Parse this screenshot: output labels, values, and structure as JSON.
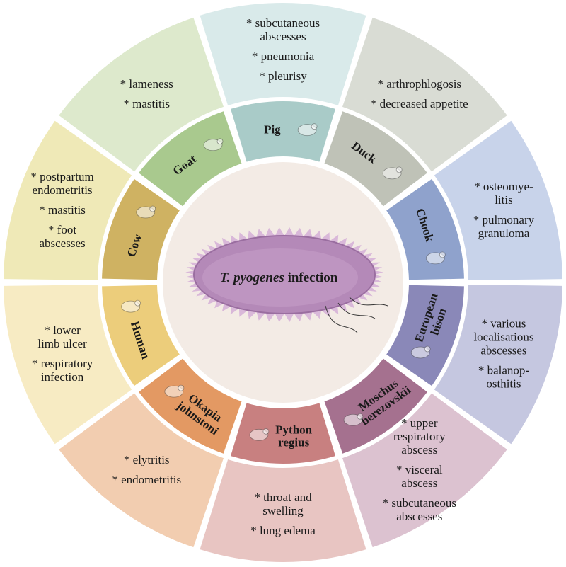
{
  "center": {
    "label_italic": "T. pyogenes",
    "label_rest": " infection"
  },
  "hosts": [
    {
      "id": "pig",
      "name": [
        "Pig"
      ],
      "color": "#a9cbc8",
      "outer_color": "#d9eaea",
      "icon": "pig-icon",
      "diseases": [
        [
          "subcutaneous",
          "abscesses"
        ],
        [
          "pneumonia"
        ],
        [
          "pleurisy"
        ]
      ]
    },
    {
      "id": "duck",
      "name": [
        "Duck"
      ],
      "color": "#bfc2b7",
      "outer_color": "#d9dcd4",
      "icon": "duck-icon",
      "diseases": [
        [
          "arthrophlogosis"
        ],
        [
          "decreased appetite"
        ]
      ]
    },
    {
      "id": "chook",
      "name": [
        "Chook"
      ],
      "color": "#8fa2cc",
      "outer_color": "#c8d3ea",
      "icon": "rooster-icon",
      "diseases": [
        [
          "osteomye-",
          "litis"
        ],
        [
          "pulmonary",
          "granuloma"
        ]
      ]
    },
    {
      "id": "bison",
      "name": [
        "European",
        "bison"
      ],
      "color": "#8a88b8",
      "outer_color": "#c5c7e0",
      "icon": "bison-icon",
      "diseases": [
        [
          "various",
          "localisations",
          "abscesses"
        ],
        [
          "balanop-",
          "osthitis"
        ]
      ]
    },
    {
      "id": "moschus",
      "name": [
        "Moschus",
        "berezovskii"
      ],
      "color": "#a5718f",
      "outer_color": "#dcc2d0",
      "icon": "musk-deer-icon",
      "diseases": [
        [
          "upper",
          "respiratory",
          "abscess"
        ],
        [
          "visceral",
          "abscess"
        ],
        [
          "subcutaneous",
          "abscesses"
        ]
      ]
    },
    {
      "id": "python",
      "name": [
        "Python",
        "regius"
      ],
      "color": "#c88080",
      "outer_color": "#e8c5c2",
      "icon": "snake-icon",
      "diseases": [
        [
          "throat and",
          "swelling"
        ],
        [
          "lung edema"
        ]
      ]
    },
    {
      "id": "okapia",
      "name": [
        "Okapia",
        "johnstoni"
      ],
      "color": "#e39963",
      "outer_color": "#f2cdb0",
      "icon": "okapi-icon",
      "diseases": [
        [
          "elytritis"
        ],
        [
          "endometritis"
        ]
      ]
    },
    {
      "id": "human",
      "name": [
        "Human"
      ],
      "color": "#eccd7b",
      "outer_color": "#f7ebc3",
      "icon": "person-icon",
      "diseases": [
        [
          "lower",
          "limb ulcer"
        ],
        [
          "respiratory",
          "infection"
        ]
      ]
    },
    {
      "id": "cow",
      "name": [
        "Cow"
      ],
      "color": "#cfb262",
      "outer_color": "#efe9b7",
      "icon": "cow-icon",
      "diseases": [
        [
          "postpartum",
          "endometritis"
        ],
        [
          "mastitis"
        ],
        [
          "foot",
          "abscesses"
        ]
      ]
    },
    {
      "id": "goat",
      "name": [
        "Goat"
      ],
      "color": "#a9c98e",
      "outer_color": "#dde9cc",
      "icon": "goat-icon",
      "diseases": [
        [
          "lameness"
        ],
        [
          "mastitis"
        ]
      ]
    }
  ],
  "bullet": "*"
}
